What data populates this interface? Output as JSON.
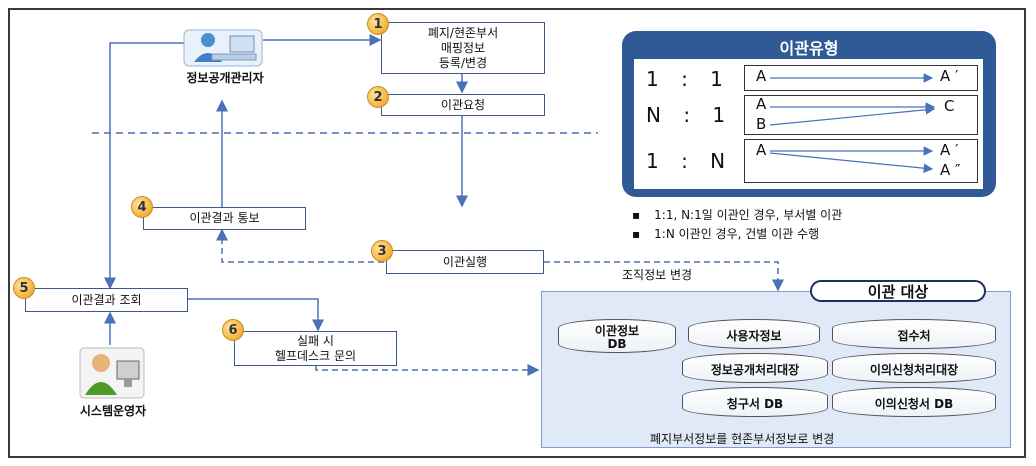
{
  "actors": {
    "admin": "정보공개관리자",
    "operator": "시스템운영자"
  },
  "steps": {
    "s1": {
      "num": "1",
      "label": "폐지/현존부서\n매핑정보\n등록/변경"
    },
    "s2": {
      "num": "2",
      "label": "이관요청"
    },
    "s3": {
      "num": "3",
      "label": "이관실행"
    },
    "s4": {
      "num": "4",
      "label": "이관결과 통보"
    },
    "s5": {
      "num": "5",
      "label": "이관결과 조회"
    },
    "s6": {
      "num": "6",
      "label": "실패 시\n헬프데스크 문의"
    }
  },
  "org_change_label": "조직정보 변경",
  "legend": {
    "title": "이관유형",
    "rows": [
      {
        "ratio": "1 : 1",
        "left": [
          "A"
        ],
        "right": [
          "A ′"
        ]
      },
      {
        "ratio": "N : 1",
        "left": [
          "A",
          "B"
        ],
        "right": [
          "C"
        ]
      },
      {
        "ratio": "1 : N",
        "left": [
          "A"
        ],
        "right": [
          "A ′",
          "A ″"
        ]
      }
    ]
  },
  "notes": [
    "1:1, N:1일 이관인 경우, 부서별 이관",
    "1:N 이관인 경우, 건별 이관 수행"
  ],
  "target": {
    "title": "이관 대상",
    "dbs": [
      "이관정보\nDB",
      "사용자정보",
      "접수처",
      "정보공개처리대장",
      "이의신청처리대장",
      "청구서 DB",
      "이의신청서 DB"
    ],
    "caption": "폐지부서정보를 현존부서정보로 변경"
  },
  "colors": {
    "accent": "#2f5a96",
    "arrow": "#4a72b8",
    "target_bg": "#dfe9f7"
  },
  "icons": [
    "admin-person-icon",
    "operator-person-icon"
  ]
}
